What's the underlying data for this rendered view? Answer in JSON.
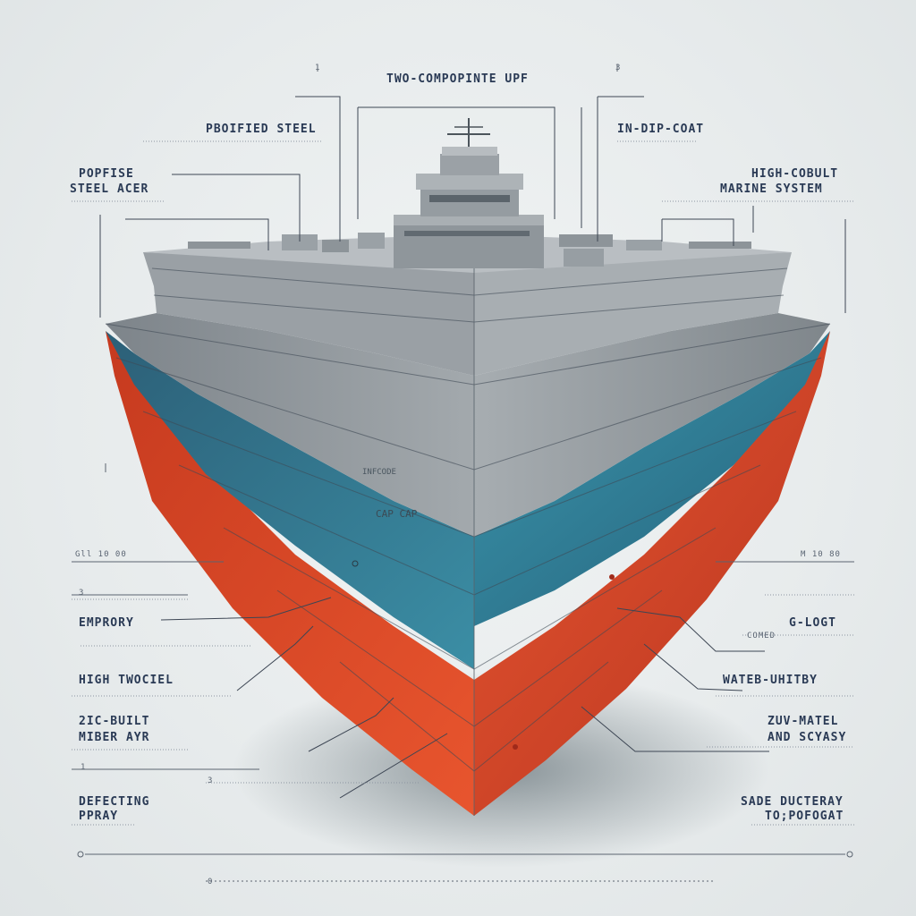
{
  "labels": {
    "top_center": "TWO-COMPOPINTE UPF",
    "top_left": "PBOIFIED STEEL",
    "top_right": "IN-DIP-COAT",
    "left_upper_1": "POPFISE",
    "left_upper_2": "STEEL ACER",
    "right_upper_1": "HIGH-COBULT",
    "right_upper_2": "MARINE SYSTEM",
    "left_1": "EMPRORY",
    "left_2": "HIGH TWOCIEL",
    "left_3a": "2IC-BUILT",
    "left_3b": "MIBER AYR",
    "left_4a": "DEFECTING",
    "left_4b": "PPRAY",
    "right_1": "G-LOGT",
    "right_2": "WATEB-UHITBY",
    "right_3a": "ZUV-MATEL",
    "right_3b": "AND SCYASY",
    "right_4a": "SADE DUCTERAY",
    "right_4b": "TO;POFOGAT",
    "hull_mark_1": "CAP CAP",
    "hull_mark_2": "INFCODE"
  },
  "small_marks": {
    "left_scale": "Gll  10  00",
    "right_scale": "M  10  80",
    "num_3_left": "3",
    "num_3_mid": "3",
    "num_1_left": "1",
    "num_1_bottom": "0",
    "tick_top_left": "1",
    "tick_top_right": "3",
    "right_small": "COMED"
  },
  "colors": {
    "hull_grey": "#8e9499",
    "deck_grey": "#b9bec2",
    "teal_layer": "#2f7d92",
    "red_layer": "#d8492a",
    "label_navy": "#2a3a55"
  }
}
